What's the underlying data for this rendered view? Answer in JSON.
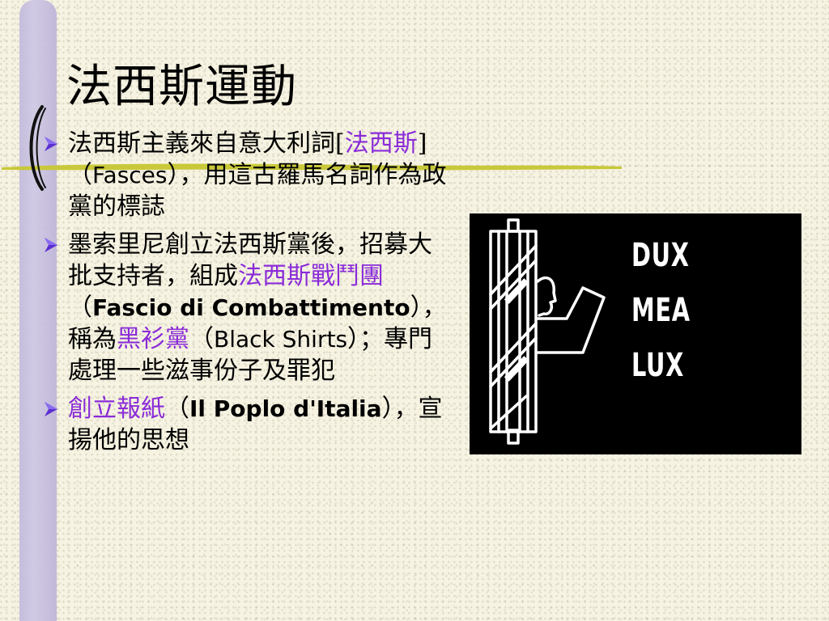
{
  "slide": {
    "title": "法西斯運動",
    "bullets": [
      {
        "parts": [
          {
            "text": "法西斯主義來自意大利詞",
            "style": "plain"
          },
          {
            "text": "[",
            "style": "plain"
          },
          {
            "text": "法西斯",
            "style": "hl"
          },
          {
            "text": "]",
            "style": "plain"
          },
          {
            "text": "（",
            "style": "plain"
          },
          {
            "text": "Fasces",
            "style": "lat"
          },
          {
            "text": "）",
            "style": "plain"
          },
          {
            "text": "，用這古羅馬名詞作為政黨的標誌",
            "style": "plain"
          }
        ]
      },
      {
        "parts": [
          {
            "text": "墨索里尼創立法西斯黨後，招募大批支持者，組成",
            "style": "plain"
          },
          {
            "text": "法西斯戰鬥團",
            "style": "hl"
          },
          {
            "text": "（",
            "style": "plain"
          },
          {
            "text": "Fascio di Combattimento",
            "style": "lat-b"
          },
          {
            "text": "）",
            "style": "plain"
          },
          {
            "text": "，稱為",
            "style": "plain"
          },
          {
            "text": "黑衫黨",
            "style": "hl"
          },
          {
            "text": "（",
            "style": "plain"
          },
          {
            "text": "Black Shirts",
            "style": "lat"
          },
          {
            "text": "）",
            "style": "plain"
          },
          {
            "text": "；專門處理一些滋事份子及罪犯",
            "style": "plain"
          }
        ]
      },
      {
        "parts": [
          {
            "text": "創立報紙",
            "style": "hl"
          },
          {
            "text": "（",
            "style": "plain"
          },
          {
            "text": "Il Poplo d'Italia",
            "style": "lat-b"
          },
          {
            "text": "）",
            "style": "plain"
          },
          {
            "text": "，宣揚他的思想",
            "style": "plain"
          }
        ]
      }
    ],
    "poster": {
      "lines": [
        "DUX",
        "MEA",
        "LUX"
      ]
    }
  },
  "colors": {
    "highlight": "#8a2bd8",
    "bullet_marker": "#5b2fd0",
    "background": "#f6f3e2",
    "bar": "#c6bfdf",
    "stroke": "#c8c83a"
  },
  "icons": {
    "bullet": "arrow-bullet-icon"
  }
}
